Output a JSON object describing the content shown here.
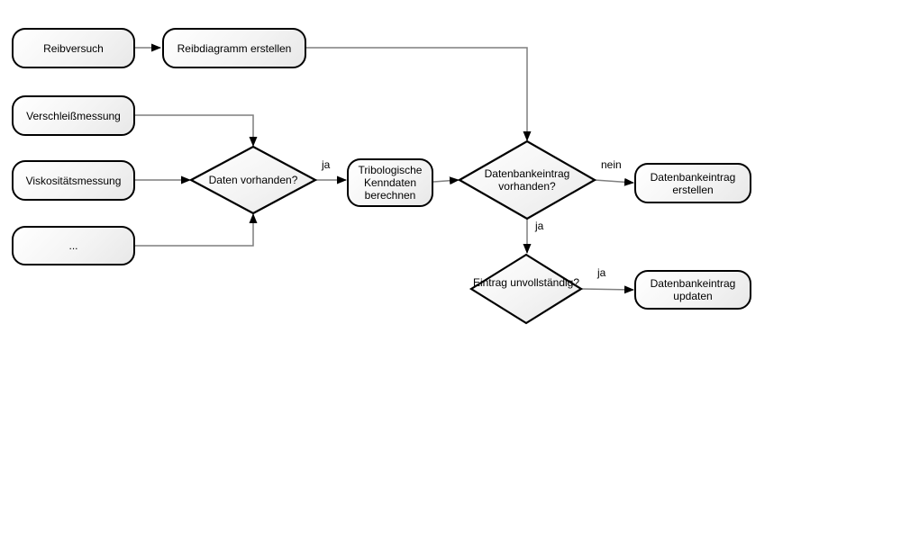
{
  "diagram": {
    "type": "flowchart",
    "language": "de",
    "background": "#ffffff",
    "colors": {
      "node_border": "#000000",
      "node_fill_light": "#ffffff",
      "node_fill_dark": "#e8e8e8",
      "connector_line": "#7f7f7f",
      "arrowhead": "#000000",
      "text": "#000000"
    },
    "nodes": {
      "reibversuch": {
        "label": "Reibversuch",
        "shape": "rounded-rect"
      },
      "reibdiagramm_erstellen": {
        "label": "Reibdiagramm erstellen",
        "shape": "rounded-rect"
      },
      "verschleissmessung": {
        "label": "Verschleißmessung",
        "shape": "rounded-rect"
      },
      "viskositaetsmessung": {
        "label": "Viskositätsmessung",
        "shape": "rounded-rect"
      },
      "weitere_messung": {
        "label": "...",
        "shape": "rounded-rect"
      },
      "daten_vorhanden": {
        "label": "Daten vorhanden?",
        "shape": "diamond"
      },
      "tribologische_kenndaten": {
        "label": "Tribologische Kenndaten berechnen",
        "shape": "rounded-rect"
      },
      "datenbankeintrag_vorhanden": {
        "label": "Datenbankeintrag vorhanden?",
        "shape": "diamond"
      },
      "datenbankeintrag_erstellen": {
        "label": "Datenbankeintrag erstellen",
        "shape": "rounded-rect"
      },
      "eintrag_unvollstaendig": {
        "label": "Eintrag unvollständig?",
        "shape": "diamond"
      },
      "datenbankeintrag_updaten": {
        "label": "Datenbankeintrag updaten",
        "shape": "rounded-rect"
      }
    },
    "edge_labels": {
      "daten_vorhanden_ja": "ja",
      "db_vorhanden_nein": "nein",
      "db_vorhanden_ja": "ja",
      "eintrag_unvollstaendig_ja": "ja"
    },
    "edges": [
      {
        "from": "Reibversuch",
        "to": "Reibdiagramm erstellen",
        "label": ""
      },
      {
        "from": "Reibdiagramm erstellen",
        "to": "Datenbankeintrag vorhanden?",
        "label": ""
      },
      {
        "from": "Verschleißmessung",
        "to": "Daten vorhanden?",
        "label": ""
      },
      {
        "from": "Viskositätsmessung",
        "to": "Daten vorhanden?",
        "label": ""
      },
      {
        "from": "...",
        "to": "Daten vorhanden?",
        "label": ""
      },
      {
        "from": "Daten vorhanden?",
        "to": "Tribologische Kenndaten berechnen",
        "label": "ja"
      },
      {
        "from": "Tribologische Kenndaten berechnen",
        "to": "Datenbankeintrag vorhanden?",
        "label": ""
      },
      {
        "from": "Datenbankeintrag vorhanden?",
        "to": "Datenbankeintrag erstellen",
        "label": "nein"
      },
      {
        "from": "Datenbankeintrag vorhanden?",
        "to": "Eintrag unvollständig?",
        "label": "ja"
      },
      {
        "from": "Eintrag unvollständig?",
        "to": "Datenbankeintrag updaten",
        "label": "ja"
      }
    ]
  }
}
